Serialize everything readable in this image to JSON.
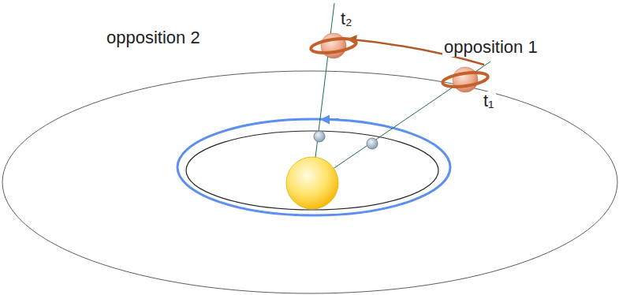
{
  "diagram": {
    "labels": [
      "opposition 2",
      "t₂",
      "opposition 1",
      "t₁"
    ]
  }
}
